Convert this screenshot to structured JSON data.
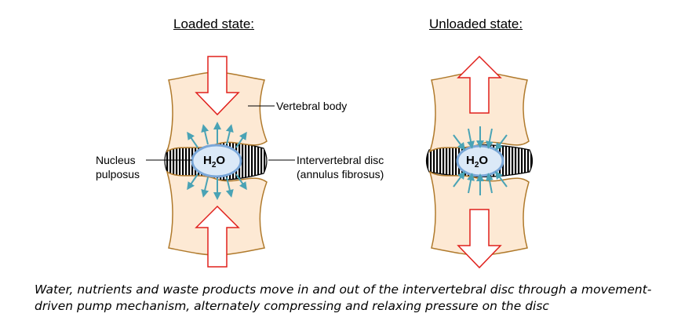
{
  "titles": {
    "loaded": "Loaded state:",
    "unloaded": "Unloaded state:"
  },
  "labels": {
    "vertebral_body": "Vertebral body",
    "nucleus_line1": "Nucleus",
    "nucleus_line2": "pulposus",
    "disc_line1": "Intervertebral disc",
    "disc_line2": "(annulus fibrosus)",
    "water_main": "H",
    "water_sub": "2",
    "water_o": "O"
  },
  "caption": "Water, nutrients and waste products move in and out of the intervertebral disc through a movement-driven pump mechanism, alternately compressing and relaxing pressure on the disc",
  "colors": {
    "bone_fill": "#fde9d4",
    "bone_stroke": "#b07a2c",
    "arrow_stroke": "#e0201c",
    "nucleus_fill": "#dbe9f7",
    "nucleus_stroke": "#7aa7d8",
    "flow_arrow": "#4aa3b5",
    "fibre": "#000000"
  }
}
